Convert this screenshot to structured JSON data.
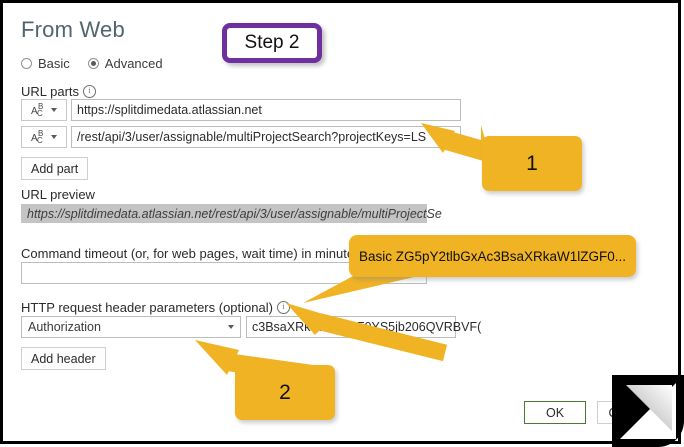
{
  "dialog": {
    "title": "From Web",
    "mode_options": [
      {
        "label": "Basic",
        "selected": false
      },
      {
        "label": "Advanced",
        "selected": true
      }
    ],
    "url_parts": {
      "label": "URL parts",
      "info_glyph": "i",
      "type_icon": "abc-text-type-icon",
      "rows": [
        {
          "value": "https://splitdimedata.atlassian.net"
        },
        {
          "value": "/rest/api/3/user/assignable/multiProjectSearch?projectKeys=LS"
        }
      ],
      "add_button": "Add part"
    },
    "url_preview": {
      "label": "URL preview",
      "value": "https://splitdimedata.atlassian.net/rest/api/3/user/assignable/multiProjectSe"
    },
    "command_timeout": {
      "label": "Command timeout (or, for web pages, wait time) in minutes (o",
      "value": ""
    },
    "headers": {
      "label": "HTTP request header parameters (optional)",
      "info_glyph": "i",
      "name_value": "Authorization",
      "value_value": "c3BsaXRkaW1IZGF0YS5jb206QVRBVF(",
      "add_button": "Add header"
    },
    "footer": {
      "ok_label": "OK",
      "cancel_label": "Cancel"
    }
  },
  "annotations": {
    "step_badge": "Step 2",
    "callout_one": "1",
    "callout_two": "2",
    "callout_basic": "Basic ZG5pY2tlbGxAc3BsaXRkaW1lZGF0...",
    "colors": {
      "callout_yellow": "#f0b323",
      "step_purple": "#6f2f9f",
      "ok_green": "#4a7a32"
    }
  }
}
